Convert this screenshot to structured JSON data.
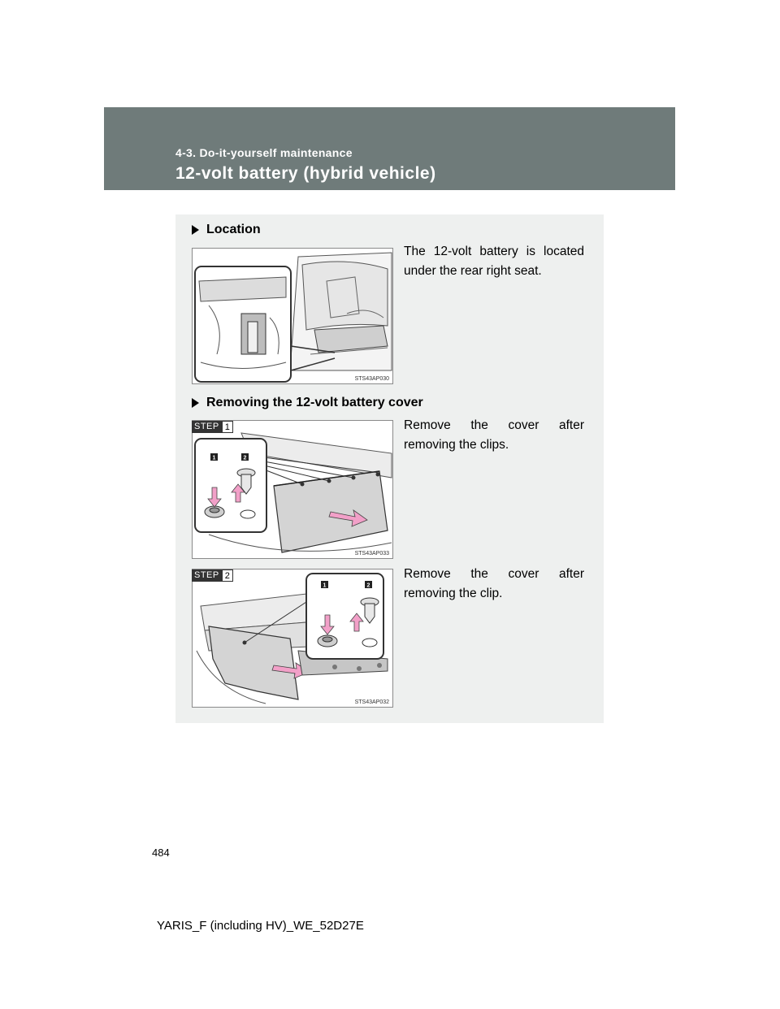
{
  "header": {
    "section": "4-3. Do-it-yourself maintenance",
    "title": "12-volt battery (hybrid vehicle)"
  },
  "location": {
    "heading": "Location",
    "description": "The 12-volt battery is located under the rear right seat.",
    "figure_code": "STS43AP030"
  },
  "removing": {
    "heading": "Removing the 12-volt battery cover",
    "steps": [
      {
        "label": "STEP",
        "number": "1",
        "description": "Remove the cover after removing the clips.",
        "figure_code": "STS43AP033"
      },
      {
        "label": "STEP",
        "number": "2",
        "description": "Remove the cover after removing the clip.",
        "figure_code": "STS43AP032"
      }
    ]
  },
  "callouts": [
    "1",
    "2"
  ],
  "page_number": "484",
  "footer": "YARIS_F (including HV)_WE_52D27E",
  "colors": {
    "header_bg": "#6f7b7a",
    "panel_bg": "#eef0ef",
    "arrow": "#f2a0c8"
  }
}
